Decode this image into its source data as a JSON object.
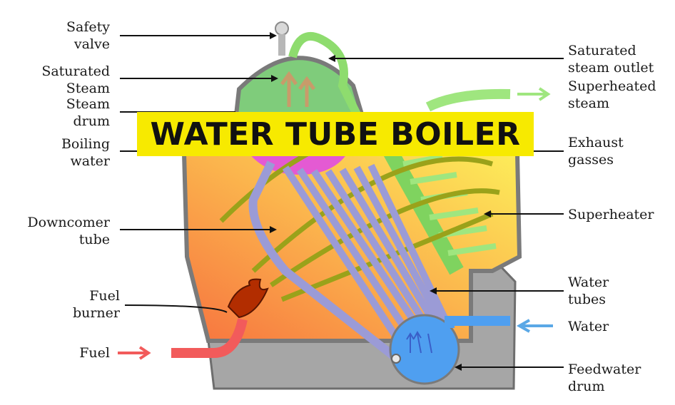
{
  "title": "WATER TUBE BOILER",
  "labels": {
    "safety_valve": "Safety\nvalve",
    "saturated_steam": "Saturated\nSteam",
    "steam_drum": "Steam\ndrum",
    "boiling_water": "Boiling\nwater",
    "downcomer_tube": "Downcomer\ntube",
    "fuel_burner": "Fuel\nburner",
    "fuel": "Fuel",
    "saturated_steam_outlet": "Saturated\nsteam outlet",
    "superheated_steam": "Superheated\nsteam",
    "exhaust_gasses": "Exhaust\ngasses",
    "superheater": "Superheater",
    "water_tubes": "Water\ntubes",
    "water": "Water",
    "feedwater_drum": "Feedwater\ndrum"
  },
  "colors": {
    "casing": "#8c8c8c",
    "base": "#a8a8a8",
    "fire_hot": "#f97e4a",
    "fire_warm": "#fde74c",
    "steam_drum": "#7ecb7a",
    "boiling_water": "#e25ad1",
    "water_tubes": "#9b9bd6",
    "feedwater": "#4b9ef0",
    "superheater": "#8ee36a",
    "exhaust": "#9aa21a",
    "fuel_arrow": "#f25b5b",
    "water_arrow": "#5aa8e6",
    "banner": "#f7ea00"
  }
}
